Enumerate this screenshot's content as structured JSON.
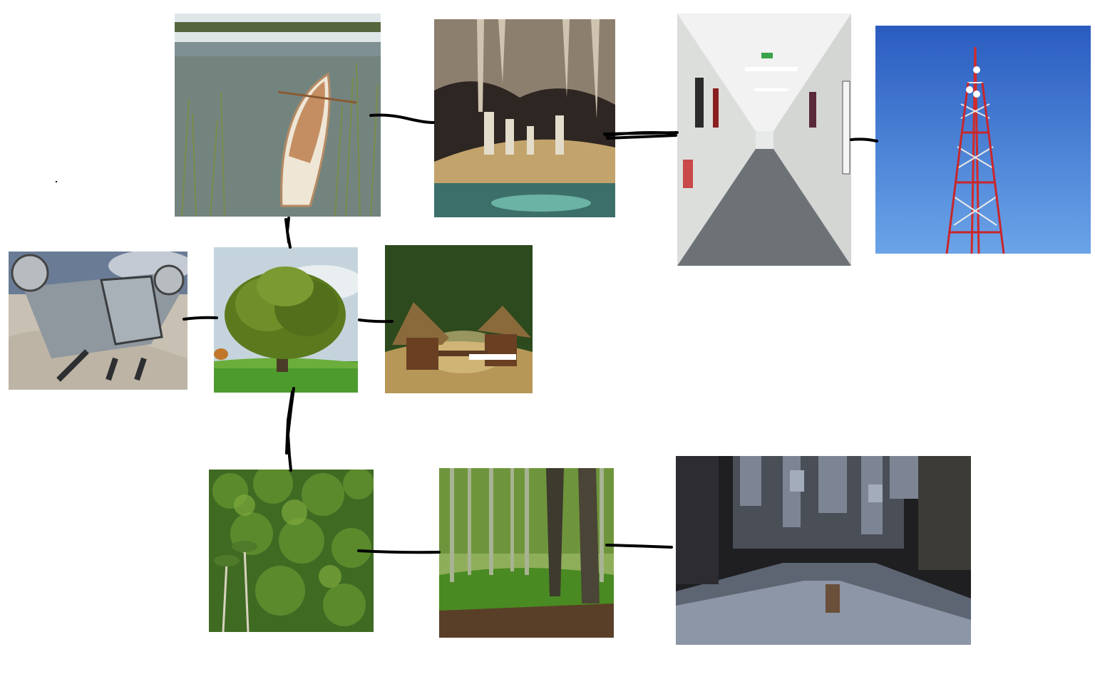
{
  "canvas": {
    "background": "#ffffff"
  },
  "scenes": [
    {
      "id": "canoe",
      "subject": "canoe-on-lake",
      "palette": {
        "top": "#cfd8dc",
        "bottom": "#4a5a3c",
        "accent": "#e8dcc8"
      }
    },
    {
      "id": "cave",
      "subject": "stalactite-cave",
      "palette": {
        "top": "#3b2f2a",
        "bottom": "#6fb9a8",
        "accent": "#d9c9a3"
      }
    },
    {
      "id": "corridor",
      "subject": "office-corridor",
      "palette": {
        "top": "#e9ebea",
        "bottom": "#6b6f73",
        "accent": "#f2f2f2"
      }
    },
    {
      "id": "tower",
      "subject": "telecom-tower",
      "palette": {
        "top": "#2a5dbf",
        "bottom": "#6aa3e6",
        "accent": "#d22a2a"
      }
    },
    {
      "id": "aircraft",
      "subject": "scifi-aircraft-on-sand",
      "palette": {
        "top": "#5a6f8c",
        "bottom": "#c9c0b0",
        "accent": "#9aa3ab"
      }
    },
    {
      "id": "oak",
      "subject": "oak-tree-on-meadow",
      "palette": {
        "top": "#c7d6de",
        "bottom": "#4f9a2e",
        "accent": "#5c7a1f"
      }
    },
    {
      "id": "huts",
      "subject": "jungle-huts",
      "palette": {
        "top": "#2f4a1f",
        "bottom": "#b99a5a",
        "accent": "#8a5a2c"
      }
    },
    {
      "id": "jungle",
      "subject": "rainforest-canopy",
      "palette": {
        "top": "#4f7f2a",
        "bottom": "#2f5a1a",
        "accent": "#7aa83a"
      }
    },
    {
      "id": "beech",
      "subject": "beech-forest",
      "palette": {
        "top": "#6e8f3e",
        "bottom": "#3f6a1f",
        "accent": "#4a3b2c"
      }
    },
    {
      "id": "voxelcave",
      "subject": "voxel-cave-interior",
      "palette": {
        "top": "#2a2a2e",
        "bottom": "#5a6270",
        "accent": "#9aa4b4"
      }
    }
  ],
  "links": [
    {
      "from": "canoe",
      "to": "cave"
    },
    {
      "from": "cave",
      "to": "corridor"
    },
    {
      "from": "corridor",
      "to": "tower"
    },
    {
      "from": "canoe",
      "to": "oak"
    },
    {
      "from": "aircraft",
      "to": "oak"
    },
    {
      "from": "oak",
      "to": "huts"
    },
    {
      "from": "oak",
      "to": "jungle"
    },
    {
      "from": "jungle",
      "to": "beech"
    },
    {
      "from": "beech",
      "to": "voxelcave"
    }
  ]
}
